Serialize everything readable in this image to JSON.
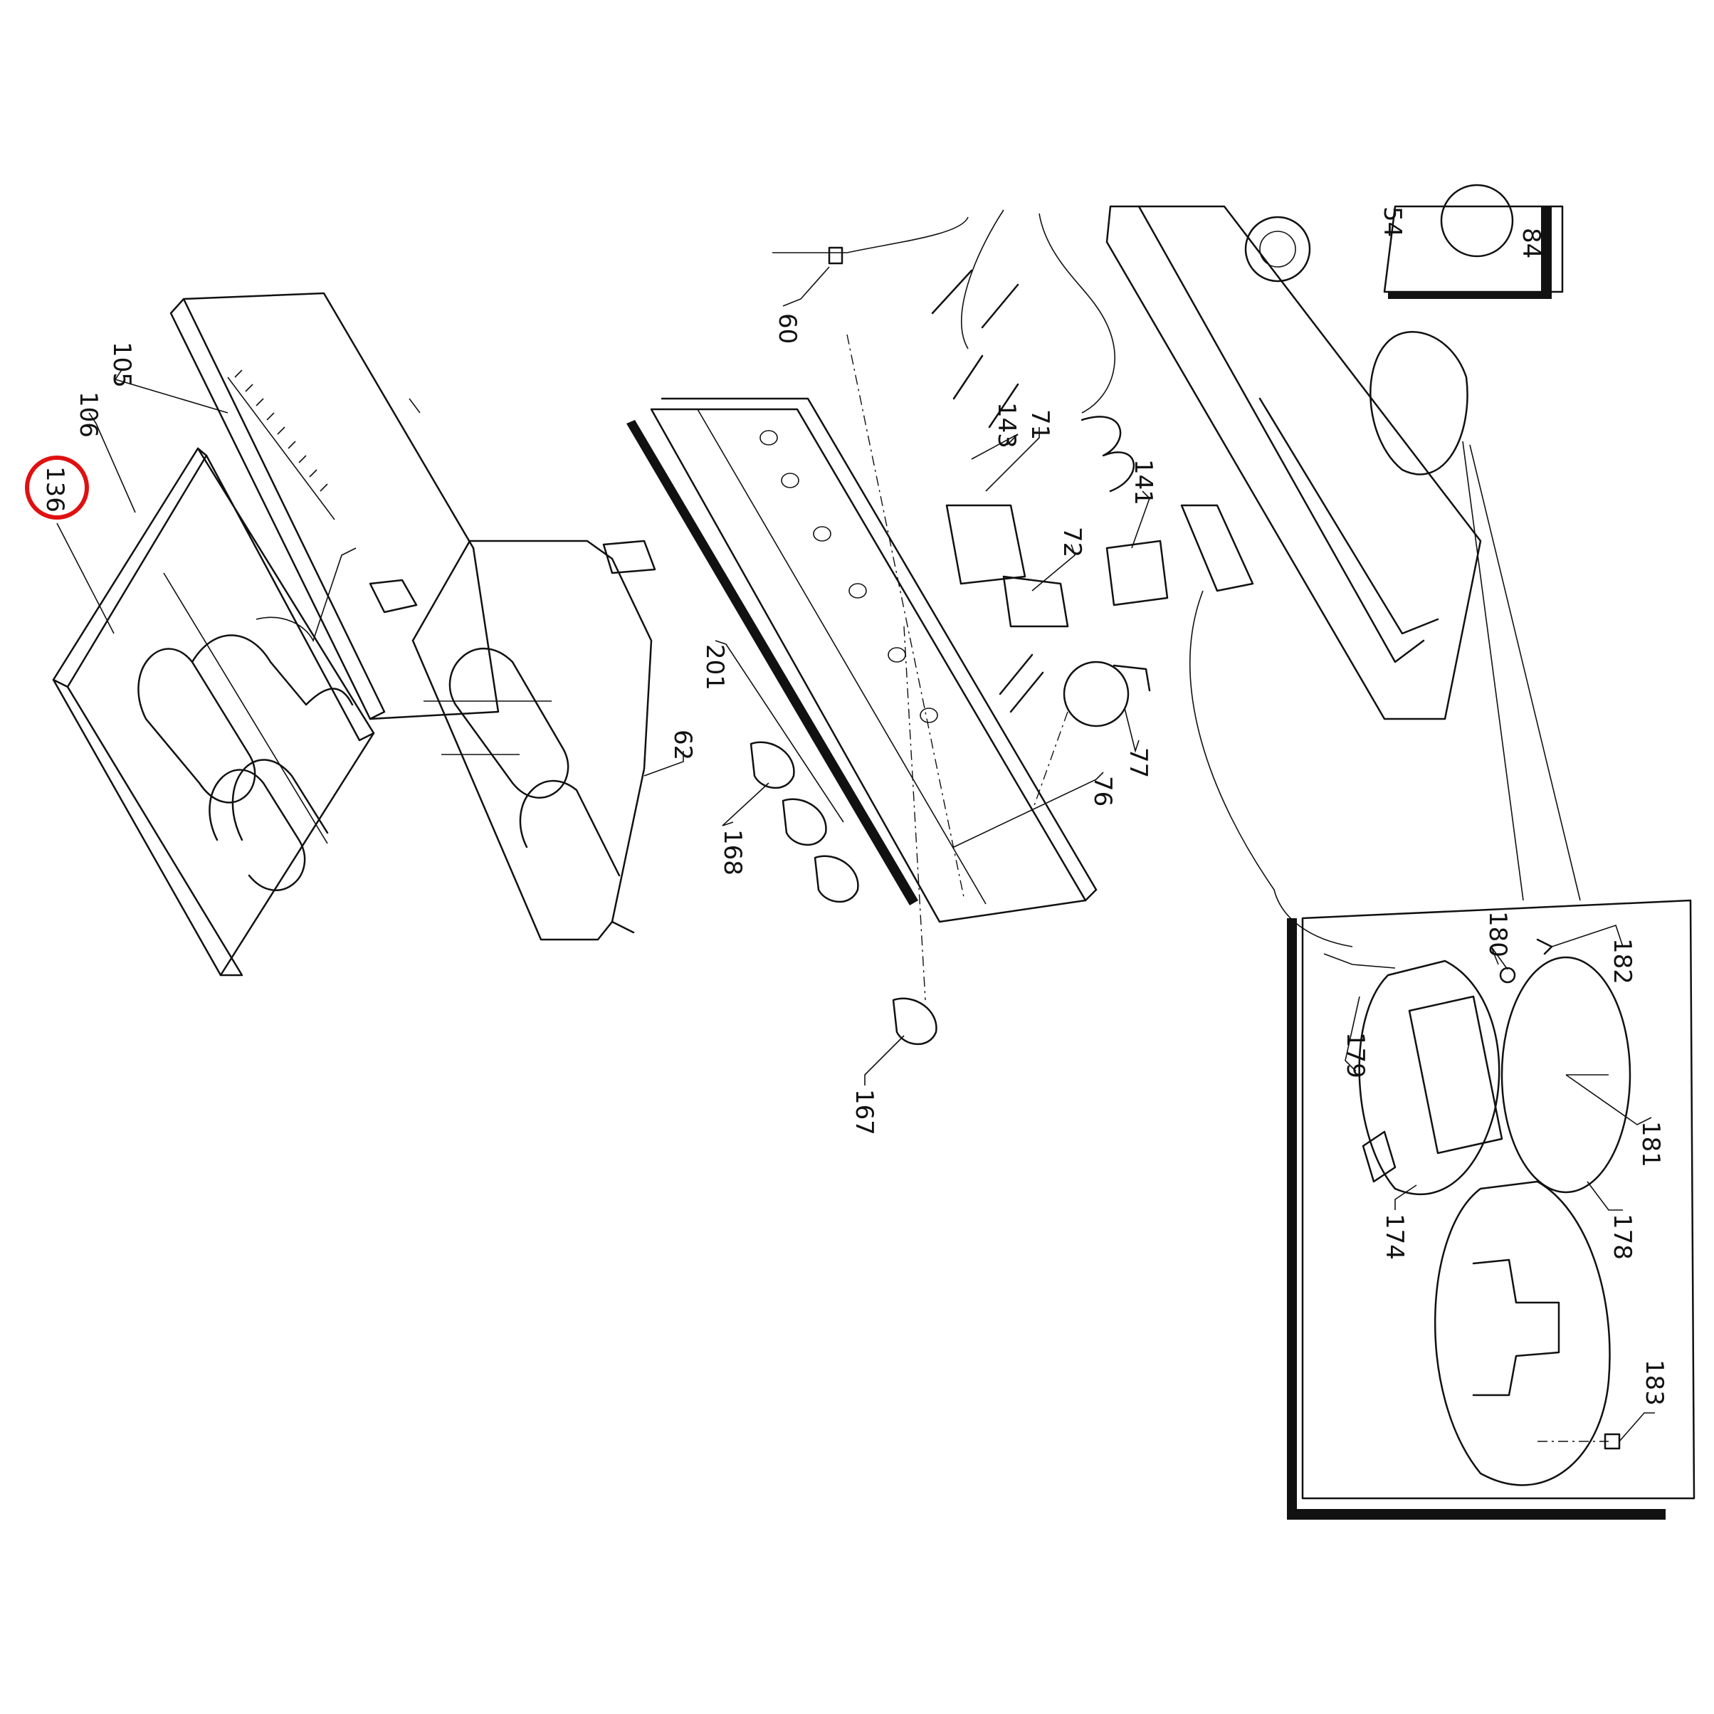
{
  "labels": {
    "l60": "60",
    "l105": "105",
    "l106": "106",
    "l136": "136",
    "l143": "143",
    "l71": "71",
    "l141": "141",
    "l72": "72",
    "l201": "201",
    "l62": "62",
    "l168": "168",
    "l76": "76",
    "l77": "77",
    "l54": "54",
    "l84": "84",
    "l167": "167",
    "l180": "180",
    "l182": "182",
    "l179": "179",
    "l181": "181",
    "l174": "174",
    "l178": "178",
    "l183": "183"
  },
  "colors": {
    "line": "#111111",
    "highlight": "#e01010",
    "background": "#ffffff"
  }
}
